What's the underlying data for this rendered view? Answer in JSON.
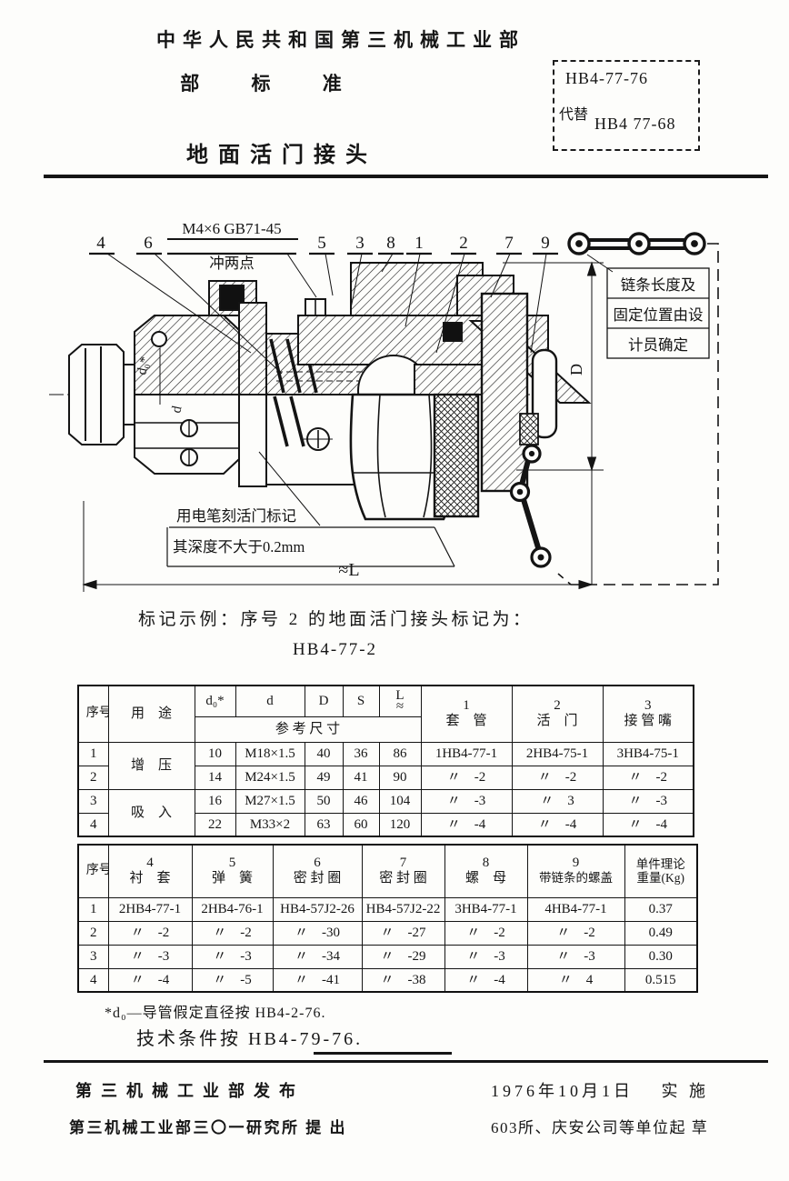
{
  "header": {
    "line1": "中华人民共和国第三机械工业部",
    "line2": "部 标 准",
    "title": "地面活门接头",
    "standard_box": {
      "current": "HB4-77-76",
      "replace_label": "代替",
      "replaced": "HB4 77-68"
    }
  },
  "drawing": {
    "callout_4": "4",
    "callout_6": "6",
    "callout_5": "5",
    "callout_3": "3",
    "callout_8": "8",
    "callout_1": "1",
    "callout_2": "2",
    "callout_7": "7",
    "callout_9": "9",
    "screw_spec": "M4×6 GB71-45",
    "screw_note": "冲两点",
    "chain_note_1": "链条长度及",
    "chain_note_2": "固定位置由设",
    "chain_note_3": "计员确定",
    "mark_note_1": "用电笔刻活门标记",
    "mark_note_2": "其深度不大于0.2mm",
    "dim_d0": "d₀*",
    "dim_d": "d",
    "dim_D": "D",
    "dim_L": "≈L"
  },
  "example": {
    "line1": "标记示例：序号 2 的地面活门接头标记为：",
    "line2": "HB4-77-2"
  },
  "table1": {
    "header": {
      "xuhao": "序号",
      "yongtu": "用　途",
      "d0": "d₀*",
      "d": "d",
      "D": "D",
      "S": "S",
      "L": "L",
      "L_approx": "≈",
      "ref": "参  考  尺  寸",
      "c1n": "1",
      "c1": "套　管",
      "c2n": "2",
      "c2": "活　门",
      "c3n": "3",
      "c3": "接 管 嘴"
    },
    "uses": [
      "增　压",
      "吸　入"
    ],
    "rows": [
      [
        "1",
        "10",
        "M18×1.5",
        "40",
        "36",
        "86",
        "1HB4-77-1",
        "2HB4-75-1",
        "3HB4-75-1"
      ],
      [
        "2",
        "14",
        "M24×1.5",
        "49",
        "41",
        "90",
        "〃　-2",
        "〃　-2",
        "〃　-2"
      ],
      [
        "3",
        "16",
        "M27×1.5",
        "50",
        "46",
        "104",
        "〃　-3",
        "〃　3",
        "〃　-3"
      ],
      [
        "4",
        "22",
        "M33×2",
        "63",
        "60",
        "120",
        "〃　-4",
        "〃　-4",
        "〃　-4"
      ]
    ]
  },
  "table2": {
    "header": {
      "xuhao": "序号",
      "c4n": "4",
      "c4": "衬　套",
      "c5n": "5",
      "c5": "弹　簧",
      "c6n": "6",
      "c6": "密 封 圈",
      "c7n": "7",
      "c7": "密 封 圈",
      "c8n": "8",
      "c8": "螺　母",
      "c9n": "9",
      "c9": "带链条的螺盖",
      "w1": "单件理论",
      "w2": "重量(Kg)"
    },
    "rows": [
      [
        "1",
        "2HB4-77-1",
        "2HB4-76-1",
        "HB4-57J2-26",
        "HB4-57J2-22",
        "3HB4-77-1",
        "4HB4-77-1",
        "0.37"
      ],
      [
        "2",
        "〃　-2",
        "〃　-2",
        "〃　-30",
        "〃　-27",
        "〃　-2",
        "〃　-2",
        "0.49"
      ],
      [
        "3",
        "〃　-3",
        "〃　-3",
        "〃　-34",
        "〃　-29",
        "〃　-3",
        "〃　-3",
        "0.30"
      ],
      [
        "4",
        "〃　-4",
        "〃　-5",
        "〃　-41",
        "〃　-38",
        "〃　-4",
        "〃　4",
        "0.515"
      ]
    ]
  },
  "notes": {
    "note1": "*d₀—导管假定直径按 HB4-2-76.",
    "note2": "技术条件按 HB4-79-76."
  },
  "footer": {
    "left1": "第三机械工业部发布",
    "left2": "第三机械工业部三〇一研究所  提 出",
    "right1": "1976年10月1日　 实 施",
    "right2": "603所、庆安公司等单位起 草"
  }
}
